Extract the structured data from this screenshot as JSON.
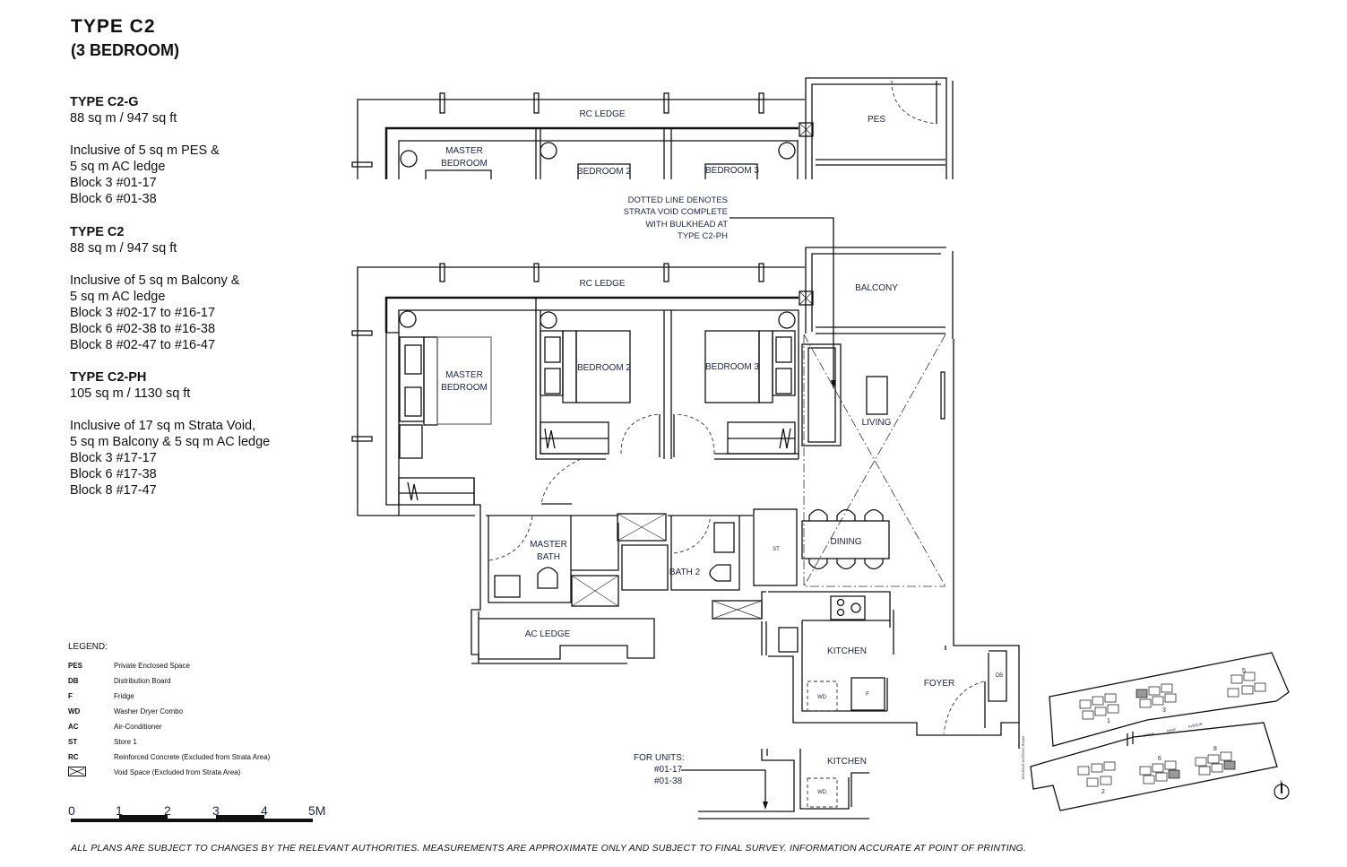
{
  "header": {
    "title": "TYPE  C2",
    "subtitle": "(3 BEDROOM)"
  },
  "types": [
    {
      "name": "TYPE C2-G",
      "area": "88 sq m / 947 sq ft",
      "details": [
        "Inclusive of 5 sq m PES &",
        "5 sq m AC ledge",
        "Block 3 #01-17",
        "Block 6 #01-38"
      ]
    },
    {
      "name": "TYPE C2",
      "area": "88 sq m / 947 sq ft",
      "details": [
        "Inclusive of 5 sq m Balcony &",
        "5 sq m AC ledge",
        "Block 3 #02-17 to #16-17",
        "Block 6 #02-38 to #16-38",
        "Block 8 #02-47 to #16-47"
      ]
    },
    {
      "name": "TYPE C2-PH",
      "area": "105 sq m / 1130 sq ft",
      "details": [
        "Inclusive of 17 sq m Strata Void,",
        "5 sq m Balcony & 5 sq m AC ledge",
        "Block 3 #17-17",
        "Block 6 #17-38",
        "Block 8 #17-47"
      ]
    }
  ],
  "plan_top": {
    "rc_ledge": "RC LEDGE",
    "master_bedroom": [
      "MASTER",
      "BEDROOM"
    ],
    "bedroom2": "BEDROOM 2",
    "bedroom3": "BEDROOM 3",
    "pes": "PES"
  },
  "note": [
    "DOTTED LINE DENOTES",
    "STRATA VOID COMPLETE",
    "WITH BULKHEAD AT",
    "TYPE C2-PH"
  ],
  "plan": {
    "rc_ledge": "RC LEDGE",
    "balcony": "BALCONY",
    "master_bedroom": [
      "MASTER",
      "BEDROOM"
    ],
    "bedroom2": "BEDROOM 2",
    "bedroom3": "BEDROOM 3",
    "living": "LIVING",
    "dining": "DINING",
    "master_bath": [
      "MASTER",
      "BATH"
    ],
    "bath2": "BATH 2",
    "st": "ST",
    "ac_ledge": "AC LEDGE",
    "kitchen": "KITCHEN",
    "foyer": "FOYER",
    "db": "DB",
    "wd": "WD",
    "f": "F"
  },
  "inset": {
    "label": "FOR UNITS:",
    "units": [
      "#01-17",
      "#01-38"
    ],
    "kitchen": "KITCHEN",
    "wd": "WD"
  },
  "legend": {
    "title": "LEGEND:",
    "items": [
      {
        "abbr": "PES",
        "desc": "Private Enclosed Space"
      },
      {
        "abbr": "DB",
        "desc": "Distribution Board"
      },
      {
        "abbr": "F",
        "desc": "Fridge"
      },
      {
        "abbr": "WD",
        "desc": "Washer Dryer Combo"
      },
      {
        "abbr": "AC",
        "desc": "Air-Conditioner"
      },
      {
        "abbr": "ST",
        "desc": "Store 1"
      },
      {
        "abbr": "RC",
        "desc": "Reinforced Concrete (Excluded from Strata Area)"
      },
      {
        "abbr": "void-space-icon",
        "desc": "Void Space (Excluded from Strata Area)"
      }
    ]
  },
  "scale_bar": {
    "ticks": [
      "0",
      "1",
      "2",
      "3",
      "4",
      "5M"
    ]
  },
  "site_plan": {
    "road": "TANJONG KATONG ROAD",
    "avenue": [
      "THIAM",
      "SIEW",
      "AVENUE"
    ],
    "blocks": [
      "1",
      "3",
      "5",
      "2",
      "6",
      "8"
    ],
    "north": "N"
  },
  "disclaimer": "ALL PLANS ARE SUBJECT TO CHANGES BY THE RELEVANT AUTHORITIES. MEASUREMENTS ARE APPROXIMATE ONLY AND SUBJECT TO FINAL SURVEY. INFORMATION ACCURATE AT POINT OF PRINTING."
}
